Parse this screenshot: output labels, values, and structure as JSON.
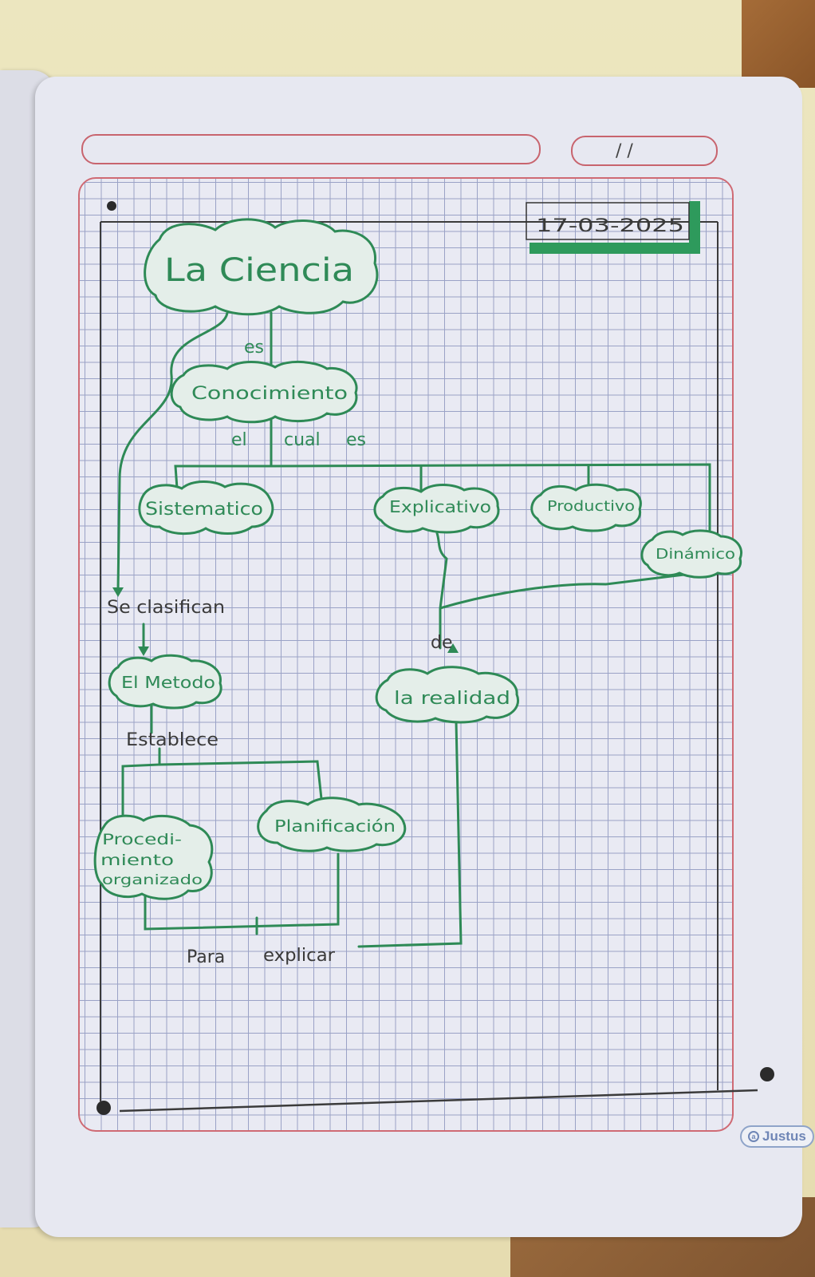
{
  "diagram": {
    "date": "17-03-2025",
    "header_date_slashes": "/   /",
    "nodes": {
      "ciencia": "La Ciencia",
      "conocimiento": "Conocimiento",
      "sistematico": "Sistematico",
      "explicativo": "Explicativo",
      "productivo": "Productivo",
      "dinamico": "Dinámico",
      "metodo": "El Metodo",
      "realidad": "la realidad",
      "procedimiento_1": "Procedi-",
      "procedimiento_2": "miento",
      "procedimiento_3": "organizado",
      "planificacion": "Planificación"
    },
    "connectors": {
      "es": "es",
      "el_cual_es_1": "el",
      "el_cual_es_2": "cual",
      "el_cual_es_3": "es",
      "se_clasifican": "Se clasifican",
      "establece": "Establece",
      "de": "de",
      "para_explicar_1": "Para",
      "para_explicar_2": "explicar"
    }
  },
  "notebook": {
    "brand": "Justus",
    "brand_logo": "circle-logo-icon"
  },
  "colors": {
    "ink": "#2e8a56",
    "margin_red": "#cf6a74",
    "grid_blue": "#9aa2c6"
  }
}
